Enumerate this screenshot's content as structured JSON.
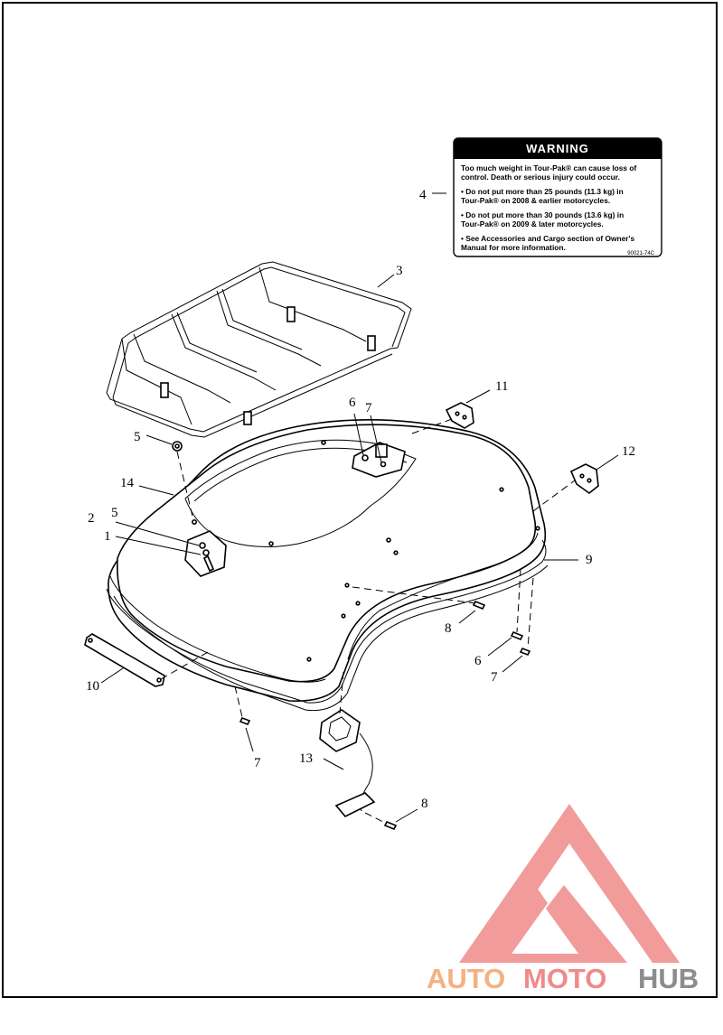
{
  "warning_label": {
    "heading": "WARNING",
    "intro": [
      "Too much weight in Tour-Pak® can cause loss of",
      "control. Death or serious injury could occur."
    ],
    "bullets": [
      [
        "• Do not put more than 25 pounds (11.3 kg) in",
        "   Tour-Pak® on 2008 & earlier motorcycles."
      ],
      [
        "• Do not put more than 30 pounds (13.6 kg) in",
        "   Tour-Pak® on 2009 & later motorcycles."
      ],
      [
        "• See Accessories and Cargo section of Owner's",
        "   Manual for more information."
      ]
    ],
    "part_code": "90021-74C"
  },
  "callouts": {
    "c1": "1",
    "c2": "2",
    "c3": "3",
    "c4": "4",
    "c5a": "5",
    "c5b": "5",
    "c6a": "6",
    "c6b": "6",
    "c7a": "7",
    "c7b": "7",
    "c7c": "7",
    "c8a": "8",
    "c8b": "8",
    "c9": "9",
    "c10": "10",
    "c11": "11",
    "c12": "12",
    "c13": "13",
    "c14": "14"
  },
  "watermark": {
    "word_auto": "AUTO",
    "word_moto": "MOTO",
    "word_hub": "HUB",
    "color_auto": "#f4b183",
    "color_moto": "#f08a8a",
    "color_hub": "#8c8c8c",
    "logo_color": "#f08a8a"
  }
}
